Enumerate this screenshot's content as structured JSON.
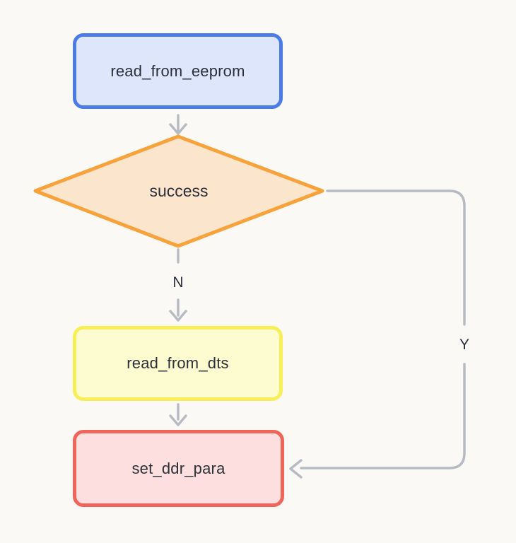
{
  "diagram": {
    "type": "flowchart",
    "direction": "top-down",
    "style": {
      "background": "#fbf9f6",
      "edge_color": "#b6bac1",
      "text_color": "#2b303a"
    },
    "nodes": [
      {
        "id": "read_from_eeprom",
        "label": "read_from_eeprom",
        "shape": "rounded-rect",
        "border_color": "#4a7be7",
        "fill_color": "#dde6fa"
      },
      {
        "id": "success",
        "label": "success",
        "shape": "diamond",
        "border_color": "#f7a23a",
        "fill_color": "#fbe5cd"
      },
      {
        "id": "read_from_dts",
        "label": "read_from_dts",
        "shape": "rounded-rect",
        "border_color": "#f8ee55",
        "fill_color": "#fdfbd0"
      },
      {
        "id": "set_ddr_para",
        "label": "set_ddr_para",
        "shape": "rounded-rect",
        "border_color": "#f0655a",
        "fill_color": "#fcdfde"
      }
    ],
    "edges": [
      {
        "from": "read_from_eeprom",
        "to": "success",
        "label": ""
      },
      {
        "from": "success",
        "to": "read_from_dts",
        "label": "N"
      },
      {
        "from": "read_from_dts",
        "to": "set_ddr_para",
        "label": ""
      },
      {
        "from": "success",
        "to": "set_ddr_para",
        "label": "Y"
      }
    ]
  }
}
